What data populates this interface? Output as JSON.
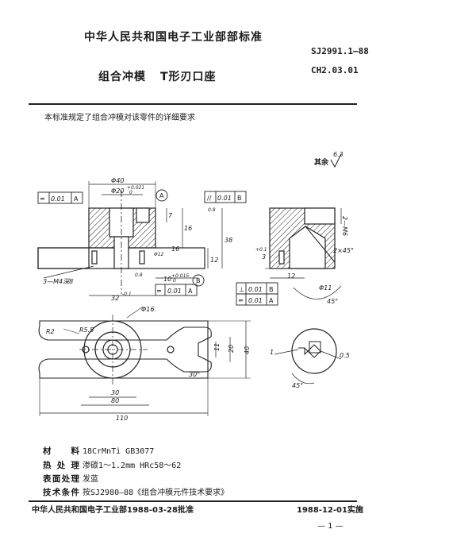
{
  "header": {
    "standard_body": "中华人民共和国电子工业部部标准",
    "standard_code": "SJ2991.1—88",
    "alt_code": "CH2.03.01"
  },
  "title": {
    "main": "组合冲模",
    "sub": "T形刃口座"
  },
  "scope_text": "本标准规定了组合冲模对该零件的详细要求",
  "drawing": {
    "surface_note": "其余",
    "roughness_rest": "6.3",
    "front_view": {
      "dim_top1": "Φ40",
      "dim_top2": "Φ20",
      "tol_top2": "+0.021",
      "tol_top2_lo": "0",
      "datum_a": "A",
      "datum_b": "B",
      "gtol_flat": "0.01",
      "gtol_par": "0.01",
      "dim_7": "7",
      "dim_16": "16",
      "dim_38": "38",
      "dim_12": "12",
      "dim_32": "32",
      "tol_32": "-0.1",
      "dim_10": "10",
      "tol_10": "+0.015",
      "tol_10_lo": "0",
      "thread_note": "3—M4深8",
      "gtol_bottom": "0.01",
      "rough_a": "0.8",
      "rough_b": "0.8",
      "dim_phi12": "Φ12",
      "dim_16b": "16"
    },
    "side_view": {
      "thread": "2—M6",
      "chamfer": "2×45°",
      "gtol_perp": "0.01",
      "gtol_flat": "0.01",
      "datum_b": "B",
      "datum_a": "A",
      "dim_phi11": "Φ11",
      "dim_45": "45°",
      "dim_12": "12",
      "dim_3": "3",
      "tol_3": "+0.1"
    },
    "plan_view": {
      "r2": "R2",
      "r55": "R5.5",
      "phi16": "Φ16",
      "dim_11": "11",
      "dim_20": "20",
      "dim_40": "40",
      "dim_30": "30",
      "dim_80": "80",
      "dim_110": "110",
      "angle_30": "30°"
    },
    "detail_view": {
      "label_1": "1",
      "dim_05": "0.5",
      "angle_45": "45°"
    }
  },
  "specs": [
    {
      "key": "材　料",
      "value": "18CrMnTi GB3077"
    },
    {
      "key": "热处理",
      "value": "渗碳1～1.2mm HRc58～62"
    },
    {
      "key": "表面处理",
      "value": "发蓝"
    },
    {
      "key": "技术条件",
      "value": "按SJ2980—88《组合冲模元件技术要求》"
    }
  ],
  "footer": {
    "approved": "中华人民共和国电子工业部1988-03-28批准",
    "effective": "1988-12-01实施",
    "page": "— 1 —"
  }
}
